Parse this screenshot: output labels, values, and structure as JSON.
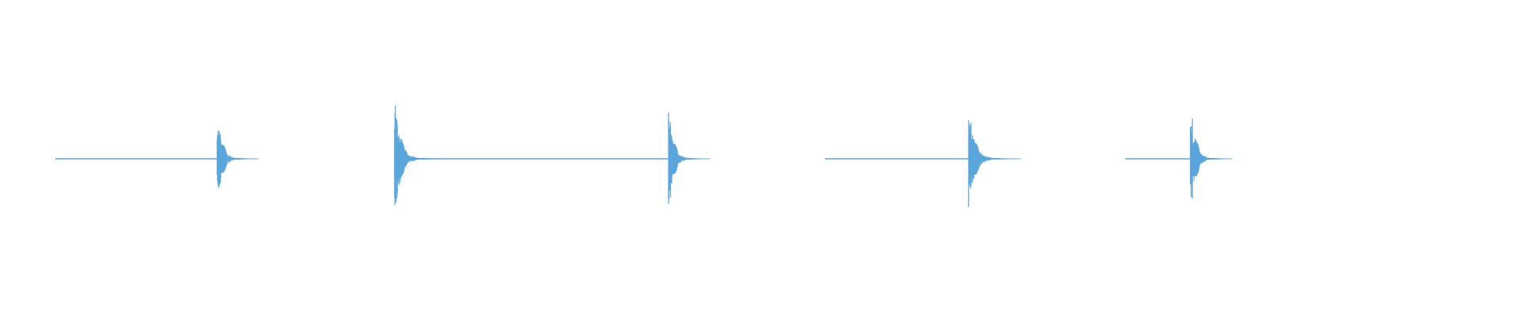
{
  "waveform": {
    "color": "#5aa6dc",
    "baseline_segments": [
      {
        "start": 0.0,
        "end": 0.62
      },
      {
        "start": 1.3,
        "end": 2.35
      },
      {
        "start": 2.95,
        "end": 3.5
      },
      {
        "start": 4.1,
        "end": 4.35
      }
    ],
    "bursts": [
      {
        "t": 0.62,
        "peak_amplitude": 0.82,
        "duration": 0.16
      },
      {
        "t": 1.3,
        "peak_amplitude": 1.0,
        "duration": 0.2
      },
      {
        "t": 2.35,
        "peak_amplitude": 0.88,
        "duration": 0.16
      },
      {
        "t": 3.5,
        "peak_amplitude": 0.92,
        "duration": 0.2
      },
      {
        "t": 4.35,
        "peak_amplitude": 1.0,
        "duration": 0.16
      }
    ],
    "total_duration": 5.2
  }
}
